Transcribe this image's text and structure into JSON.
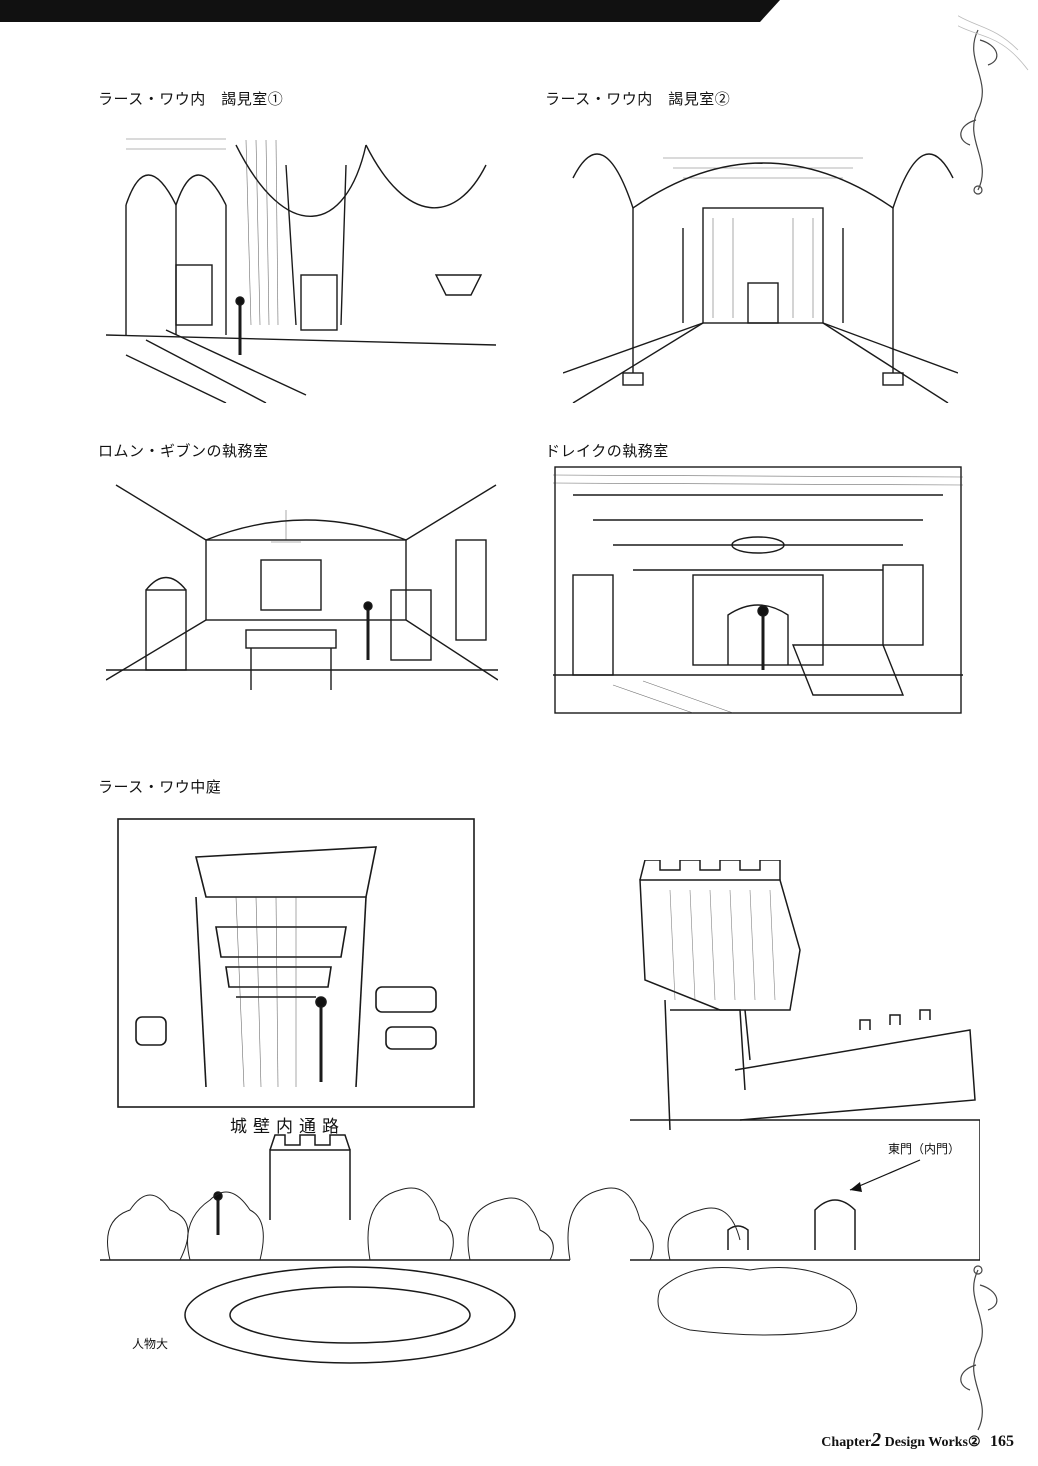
{
  "captions": {
    "throne_room_1": "ラース・ワウ内　謁見室①",
    "throne_room_2": "ラース・ワウ内　謁見室②",
    "romun_office": "ロムン・ギブンの執務室",
    "drake_office": "ドレイクの執務室",
    "courtyard": "ラース・ワウ中庭"
  },
  "handnotes": {
    "corridor": "城壁内通路",
    "east_gate": "東門（内門）",
    "figure_scale": "人物大"
  },
  "footer": {
    "chapter_word": "Chapter",
    "chapter_number": "2",
    "section": "Design Works②",
    "page_number": "165"
  },
  "colors": {
    "ink": "#111111",
    "paper": "#ffffff"
  }
}
